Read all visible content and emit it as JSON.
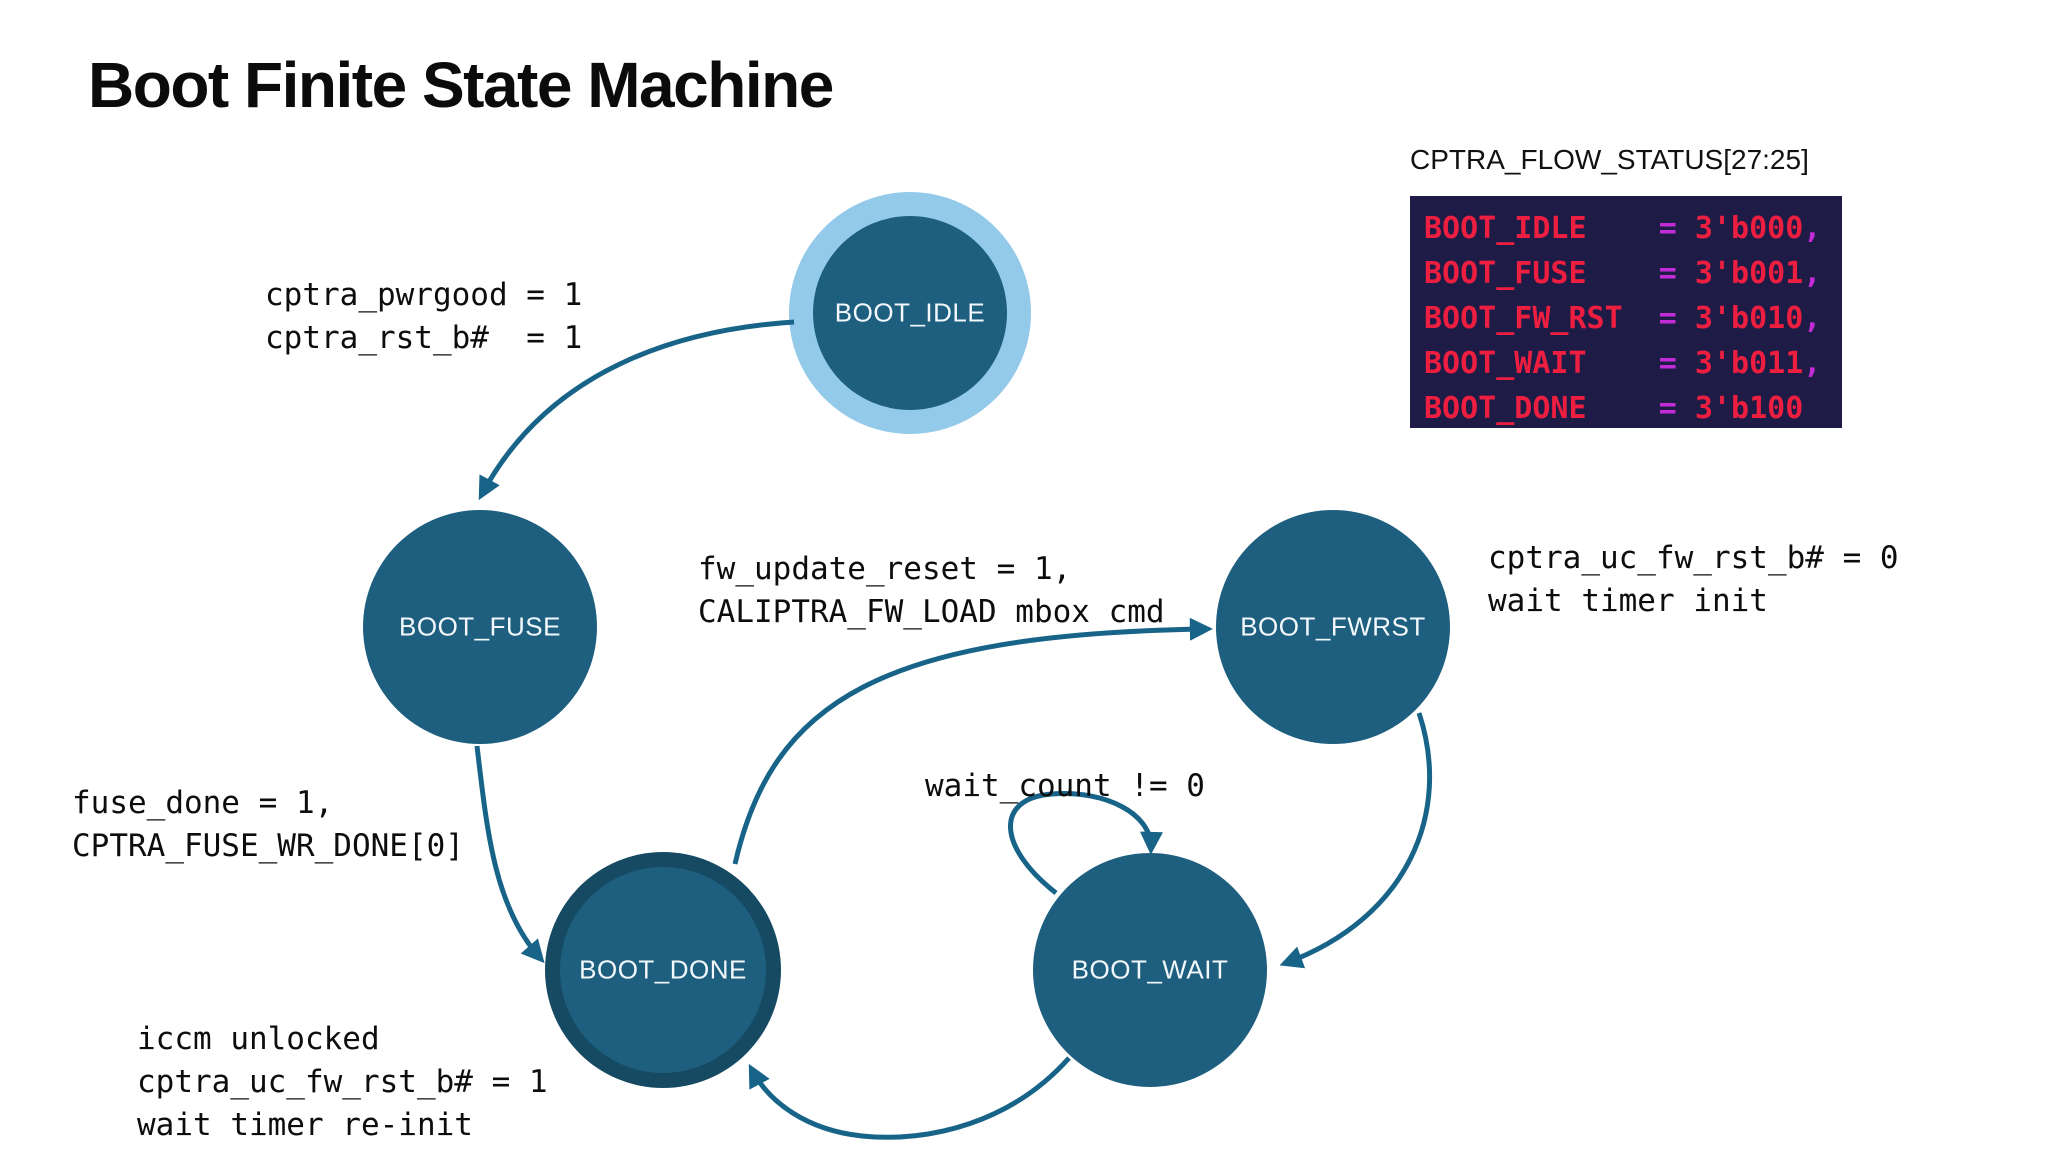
{
  "title": "Boot Finite State Machine",
  "colors": {
    "state_fill": "#1E5F7F",
    "idle_ring": "#93CAEA",
    "done_ring": "#164A63",
    "arrow": "#186489",
    "code_background": "#1E1C47",
    "code_name_text": "#ED1E40",
    "code_operator_text": "#C32BD6"
  },
  "register_table": {
    "title": "CPTRA_FLOW_STATUS[27:25]",
    "rows": [
      {
        "name": "BOOT_IDLE",
        "operator": "=",
        "value": "3'b000",
        "suffix": ","
      },
      {
        "name": "BOOT_FUSE",
        "operator": "=",
        "value": "3'b001",
        "suffix": ","
      },
      {
        "name": "BOOT_FW_RST",
        "operator": "=",
        "value": "3'b010",
        "suffix": ","
      },
      {
        "name": "BOOT_WAIT",
        "operator": "=",
        "value": "3'b011",
        "suffix": ","
      },
      {
        "name": "BOOT_DONE",
        "operator": "=",
        "value": "3'b100",
        "suffix": ""
      }
    ]
  },
  "states": [
    {
      "label": "BOOT_IDLE",
      "style": "initial-ring"
    },
    {
      "label": "BOOT_FUSE",
      "style": "plain"
    },
    {
      "label": "BOOT_FWRST",
      "style": "plain"
    },
    {
      "label": "BOOT_DONE",
      "style": "dark-ring"
    },
    {
      "label": "BOOT_WAIT",
      "style": "plain"
    }
  ],
  "transitions": [
    {
      "from": "BOOT_IDLE",
      "to": "BOOT_FUSE",
      "label": "cptra_pwrgood = 1\ncptra_rst_b#  = 1"
    },
    {
      "from": "BOOT_DONE",
      "to": "BOOT_FWRST",
      "label": "fw_update_reset = 1,\nCALIPTRA_FW_LOAD mbox cmd"
    },
    {
      "from": "BOOT_FWRST",
      "to": "BOOT_WAIT",
      "label": "cptra_uc_fw_rst_b# = 0\nwait timer init"
    },
    {
      "from": "BOOT_WAIT",
      "to": "BOOT_WAIT",
      "label": "wait_count != 0"
    },
    {
      "from": "BOOT_FUSE",
      "to": "BOOT_DONE",
      "label": "fuse_done = 1,\nCPTRA_FUSE_WR_DONE[0]"
    },
    {
      "from": "BOOT_WAIT",
      "to": "BOOT_DONE",
      "label": "iccm unlocked\ncptra_uc_fw_rst_b# = 1\nwait timer re-init"
    }
  ]
}
